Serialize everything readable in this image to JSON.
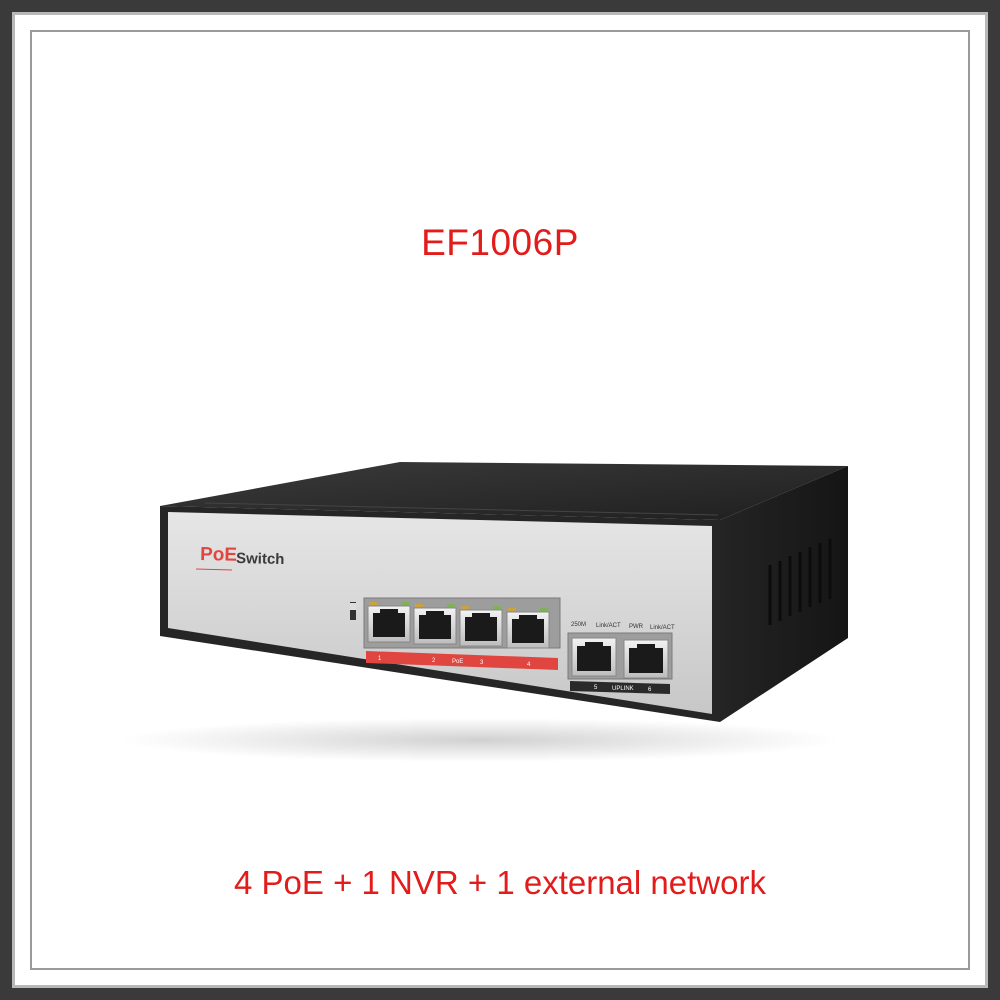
{
  "product": {
    "model_text": "EF1006P",
    "caption_text": "4 PoE + 1 NVR + 1 external network",
    "brand": {
      "poe": "PoE",
      "switch": "Switch"
    },
    "poe_ports": {
      "group_label": "PoE",
      "port_numbers": [
        "1",
        "2",
        "3",
        "4"
      ]
    },
    "uplink": {
      "group_label": "UPLINK",
      "port_numbers": [
        "5",
        "6"
      ],
      "led_labels": [
        "250M",
        "Link/ACT",
        "PWR",
        "Link/ACT"
      ]
    },
    "colors": {
      "caption_red": "#e21b1b",
      "chassis_dark": "#2c2c2c",
      "faceplate": "#d9d9d9",
      "poe_strip": "#e0463f"
    }
  }
}
